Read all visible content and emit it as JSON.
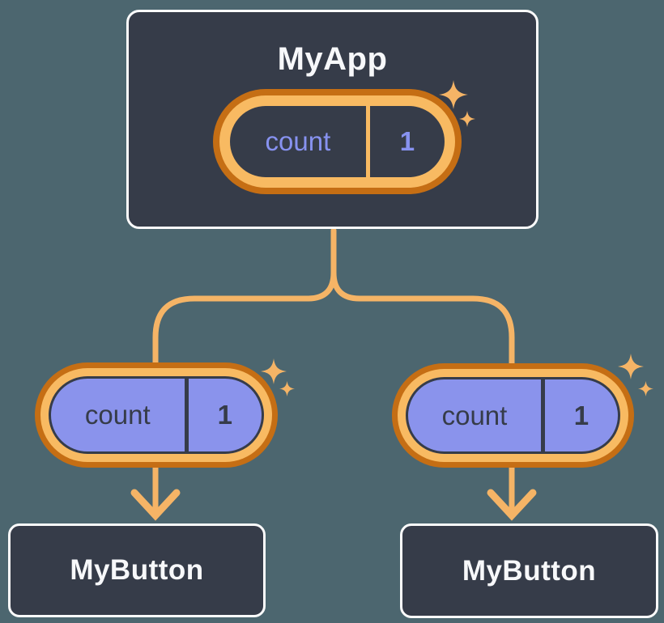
{
  "diagram": {
    "root": {
      "title": "MyApp",
      "state_pill": {
        "key": "count",
        "value": "1"
      }
    },
    "children": [
      {
        "title": "MyButton",
        "prop_pill": {
          "key": "count",
          "value": "1"
        }
      },
      {
        "title": "MyButton",
        "prop_pill": {
          "key": "count",
          "value": "1"
        }
      }
    ]
  },
  "colors": {
    "canvas_background": "#4C666F",
    "node_fill": "#363C49",
    "node_border": "#FBFBFB",
    "node_text": "#F7F8FA",
    "pill_ring_outer": "#C56E14",
    "pill_ring_inner": "#F8BA62",
    "pill_fill_parent": "#363C49",
    "pill_fill_child": "#8A93EC",
    "pill_text_parent": "#8792F0",
    "pill_text_child": "#363C49",
    "connector": "#F5B466",
    "sparkle": "#F5B466"
  },
  "icons": {
    "sparkle": "four-point-star"
  }
}
